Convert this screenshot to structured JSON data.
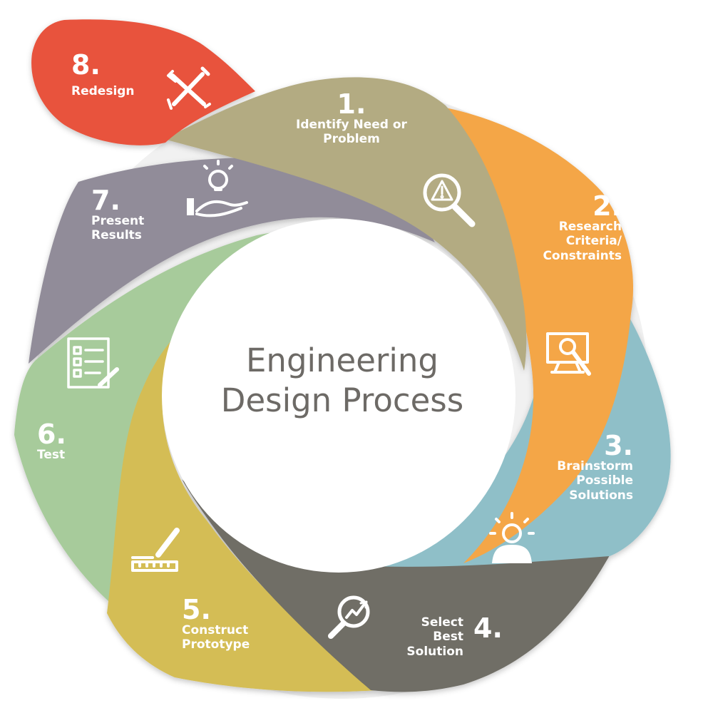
{
  "title": {
    "line1": "Engineering",
    "line2": "Design Process"
  },
  "steps": [
    {
      "number": "1.",
      "label_lines": [
        "Identify Need or",
        "Problem"
      ],
      "icon": "magnifier-warning-icon",
      "color": "#b3ab82"
    },
    {
      "number": "2.",
      "label_lines": [
        "Research",
        "Criteria/",
        "Constraints"
      ],
      "icon": "monitor-search-icon",
      "color": "#f4a646"
    },
    {
      "number": "3.",
      "label_lines": [
        "Brainstorm",
        "Possible",
        "Solutions"
      ],
      "icon": "lightbulb-head-icon",
      "color": "#8fbfc8"
    },
    {
      "number": "4.",
      "label_lines": [
        "Select",
        "Best",
        "Solution"
      ],
      "icon": "magnifier-chart-icon",
      "color": "#6f6e66"
    },
    {
      "number": "5.",
      "label_lines": [
        "Construct",
        "Prototype"
      ],
      "icon": "ruler-pencil-icon",
      "color": "#d4bd55"
    },
    {
      "number": "6.",
      "label_lines": [
        "Test"
      ],
      "icon": "checklist-icon",
      "color": "#a7cb9b"
    },
    {
      "number": "7.",
      "label_lines": [
        "Present",
        "Results"
      ],
      "icon": "hand-lightbulb-icon",
      "color": "#918c99"
    },
    {
      "number": "8.",
      "label_lines": [
        "Redesign"
      ],
      "icon": "wrench-screwdriver-icon",
      "color": "#e8533c"
    }
  ]
}
